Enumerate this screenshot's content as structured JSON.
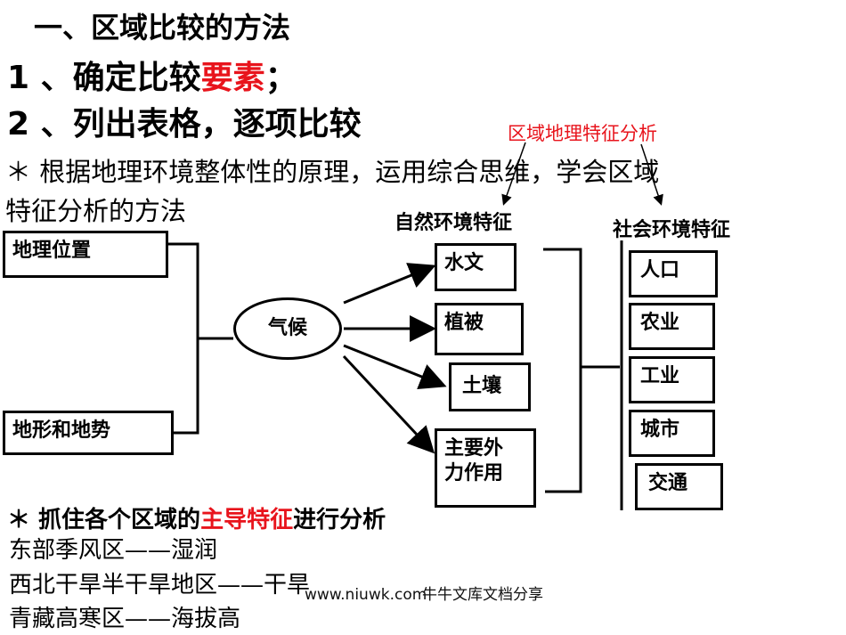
{
  "heading": {
    "main": "一、区域比较的方法",
    "step1_prefix": "1 、确定比较",
    "step1_highlight": "要素",
    "step1_suffix": "；",
    "step2": "2 、列出表格，逐项比较"
  },
  "note1": {
    "line1": "＊ 根据地理环境整体性的原理，运用综合思维，学会区域",
    "line2": "特征分析的方法"
  },
  "diagram": {
    "red_label": "区域地理特征分析",
    "natural_title": "自然环境特征",
    "social_title": "社会环境特征",
    "box_location": "地理位置",
    "box_terrain": "地形和地势",
    "ellipse_climate": "气候",
    "box_hydrology": "水文",
    "box_vegetation": "植被",
    "box_soil": "土壤",
    "box_external_force": "主要外力作用",
    "box_population": "人口",
    "box_agriculture": "农业",
    "box_industry": "工业",
    "box_city": "城市",
    "box_transport": "交通",
    "colors": {
      "highlight": "#e8141c",
      "line": "#000000"
    }
  },
  "note2": {
    "prefix": "＊ 抓住各个区域的",
    "highlight": "主导特征",
    "suffix": "进行分析"
  },
  "examples": [
    "东部季风区——湿润",
    "西北干旱半干旱地区——干旱",
    "青藏高寒区——海拔高"
  ],
  "watermark": {
    "url": "www.niuwk.com",
    "text": "牛牛文库文档分享"
  }
}
